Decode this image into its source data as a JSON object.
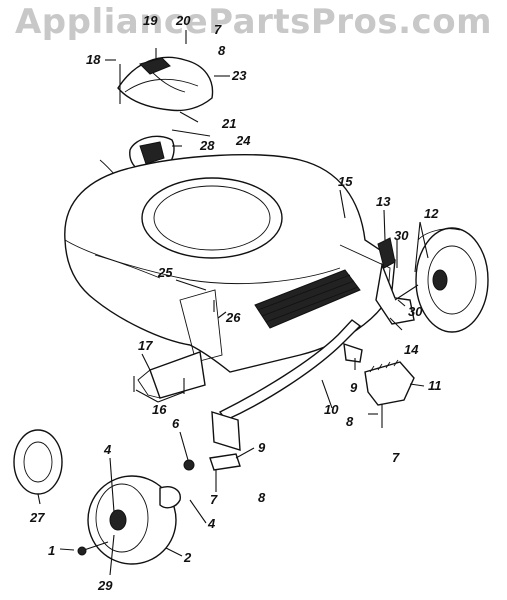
{
  "watermark": "AppliancePartsPros.com",
  "labels": {
    "p1": "1",
    "p2": "2",
    "p4a": "4",
    "p4b": "4",
    "p6": "6",
    "p7a": "7",
    "p7b": "7",
    "p7c": "7",
    "p8a": "8",
    "p8b": "8",
    "p8c": "8",
    "p9a": "9",
    "p9b": "9",
    "p10": "10",
    "p11": "11",
    "p12": "12",
    "p13": "13",
    "p14": "14",
    "p15": "15",
    "p16": "16",
    "p17": "17",
    "p18": "18",
    "p19": "19",
    "p20": "20",
    "p21": "21",
    "p23": "23",
    "p24": "24",
    "p25": "25",
    "p26": "26",
    "p27": "27",
    "p28": "28",
    "p29": "29",
    "p30a": "30",
    "p30b": "30"
  }
}
